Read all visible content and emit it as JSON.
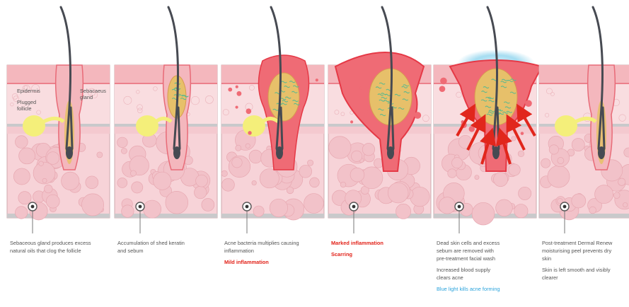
{
  "colors": {
    "skin_top": "#f4b7bd",
    "skin_border": "#e86b78",
    "dermis": "#f9dde0",
    "band": "#c9c9cb",
    "hypodermis": "#f7d3d8",
    "bubble": "#f2c2c9",
    "sebum": "#e7c06a",
    "gland": "#f4ef7a",
    "inflamed": "#ef6b75",
    "inflamed_dark": "#e53946",
    "hair": "#474a52",
    "bacteria": "#5ab88f",
    "blue_light": "#8fd4ee",
    "arrow_red": "#e1261c",
    "text": "#555555",
    "text_red": "#e2231a",
    "text_blue": "#2aa3dc"
  },
  "labels": {
    "epidermis": "Epidermis",
    "plugged_follicle": [
      "Plugged",
      "follicle"
    ],
    "sebaceous_gland": [
      "Sebacaeus",
      "gland"
    ]
  },
  "stages": [
    {
      "lines": [
        {
          "text": "Sebaceous gland produces excess",
          "style": "normal"
        },
        {
          "text": "natural oils that clog the follicle",
          "style": "normal"
        }
      ]
    },
    {
      "lines": [
        {
          "text": "Accumulation of shed keratin",
          "style": "normal"
        },
        {
          "text": "and sebum",
          "style": "normal"
        }
      ]
    },
    {
      "lines": [
        {
          "text": "Acne bacteria multiplies causing",
          "style": "normal"
        },
        {
          "text": "inflammation",
          "style": "normal"
        },
        {
          "text": "",
          "style": "gap"
        },
        {
          "text": "Mild inflammation",
          "style": "red"
        }
      ]
    },
    {
      "lines": [
        {
          "text": "Marked inflammation",
          "style": "red"
        },
        {
          "text": "",
          "style": "gap"
        },
        {
          "text": "Scarring",
          "style": "red"
        }
      ]
    },
    {
      "lines": [
        {
          "text": "Dead skin cells and excess",
          "style": "normal"
        },
        {
          "text": "sebum are removed with",
          "style": "normal"
        },
        {
          "text": "pre-treatment facial wash",
          "style": "normal"
        },
        {
          "text": "",
          "style": "gap"
        },
        {
          "text": "Increased blood supply",
          "style": "normal"
        },
        {
          "text": "clears acne",
          "style": "normal"
        },
        {
          "text": "",
          "style": "gap"
        },
        {
          "text": "Blue light kills acne forming",
          "style": "blue"
        }
      ]
    },
    {
      "lines": [
        {
          "text": "Post-treatment Dermal Renew",
          "style": "normal"
        },
        {
          "text": "moisturising peel prevents dry",
          "style": "normal"
        },
        {
          "text": "skin",
          "style": "normal"
        },
        {
          "text": "",
          "style": "gap"
        },
        {
          "text": "Skin is left smooth and visibly",
          "style": "normal"
        },
        {
          "text": "clearer",
          "style": "normal"
        }
      ]
    }
  ]
}
